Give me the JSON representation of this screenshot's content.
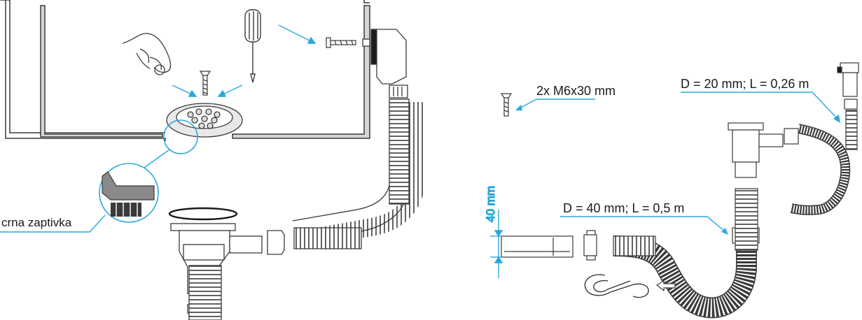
{
  "labels": {
    "gasket": "crna zaptivka",
    "screws": "2x M6x30 mm",
    "small_hose": "D = 20 mm; L = 0,26 m",
    "large_hose": "D = 40 mm; L = 0,5 m",
    "height": "40 mm"
  },
  "colors": {
    "line": "#3a3a3a",
    "accent": "#29a8df",
    "sink_fill": "#d6d6d6",
    "gasket_fill": "#3a3a3a"
  },
  "icons": {
    "hand": "hand-icon",
    "screwdriver": "screwdriver-icon",
    "screw": "screw-icon",
    "strainer": "strainer-icon",
    "magnifier": "magnifier-icon",
    "overflow": "overflow-icon",
    "hose": "hose-icon",
    "clip": "clip-icon"
  }
}
